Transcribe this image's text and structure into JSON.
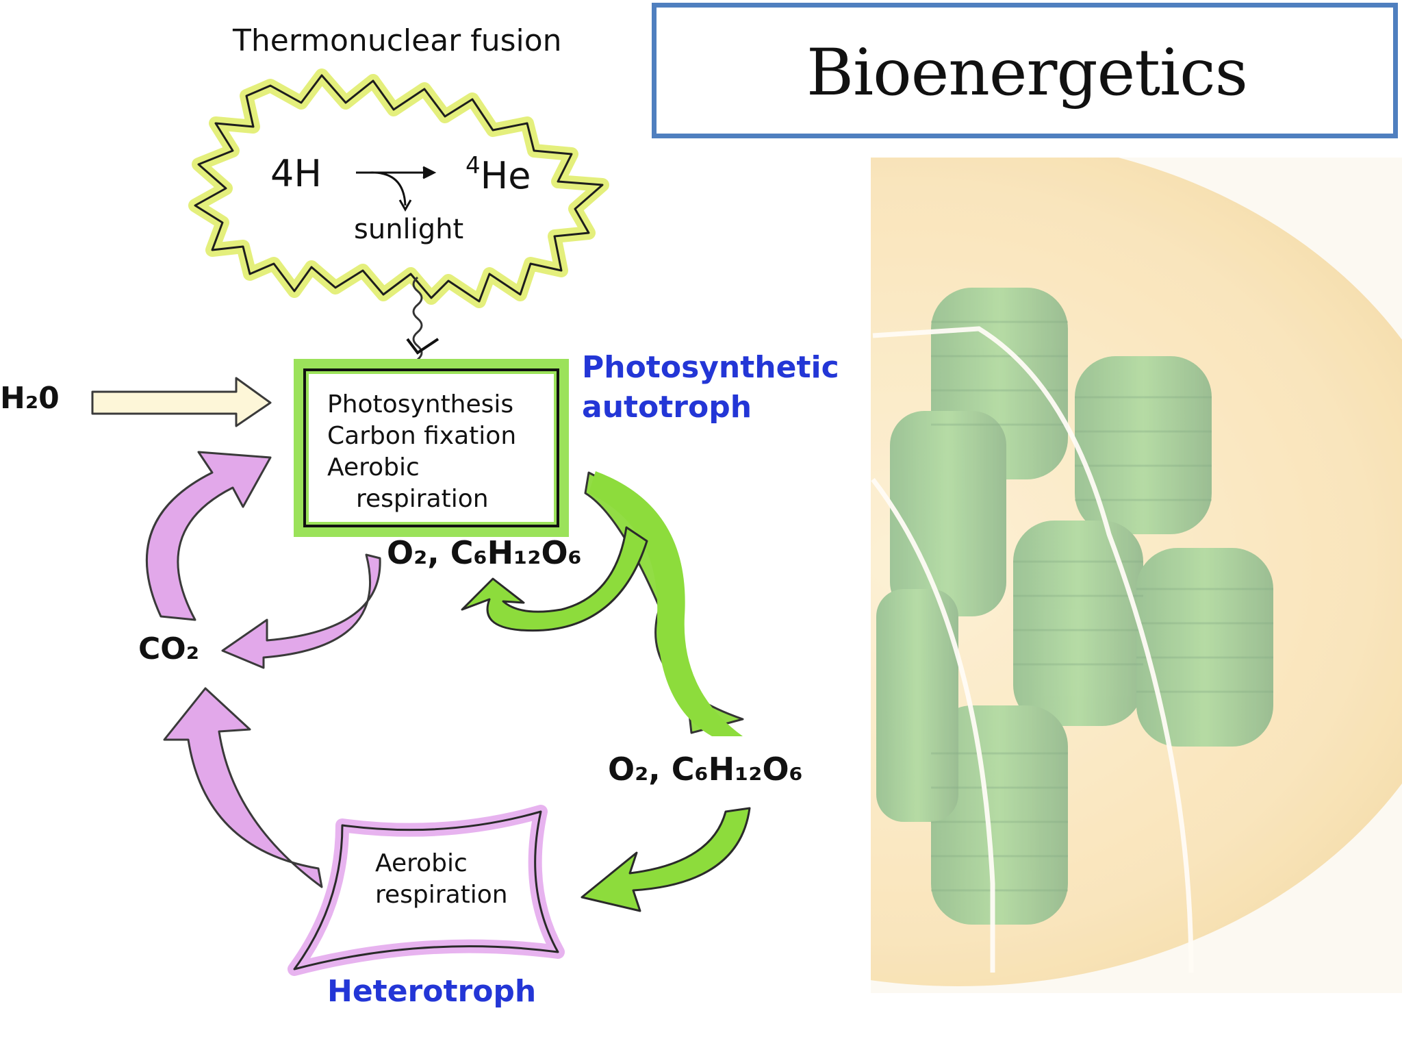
{
  "slide": {
    "title": "Bioenergetics"
  },
  "diagram": {
    "sun_caption": "Thermonuclear fusion",
    "reactant": "4H",
    "product_mass_number": "4",
    "product_element": "He",
    "sun_output": "sunlight",
    "water_label": "H₂0",
    "autotroph_box_lines": [
      "Photosynthesis",
      "Carbon fixation",
      "Aerobic",
      "respiration"
    ],
    "autotroph_label_line1": "Photosynthetic",
    "autotroph_label_line2": "autotroph",
    "products_top": "O₂, C₆H₁₂O₆",
    "co2_label": "CO₂",
    "products_right": "O₂, C₆H₁₂O₆",
    "heterotroph_box_lines": [
      "Aerobic",
      "respiration"
    ],
    "heterotroph_label": "Heterotroph"
  },
  "colors": {
    "title_border": "#4f7fbf",
    "label_blue": "#2336d6",
    "green_arrow": "#8ddc3c",
    "purple_arrow": "#e2a8ea",
    "sun_glow": "#e6f07a"
  },
  "icons": {
    "background_art": "chloroplast-illustration"
  }
}
